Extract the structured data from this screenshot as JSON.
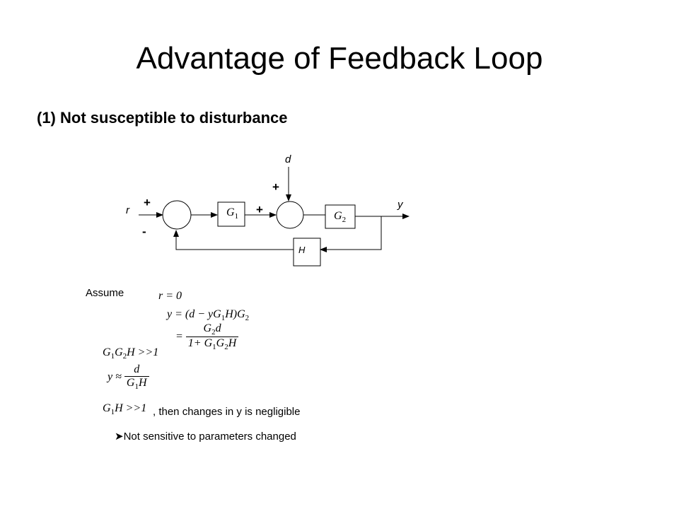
{
  "slide": {
    "title": "Advantage of Feedback Loop",
    "subtitle": "(1) Not susceptible to disturbance"
  },
  "diagram": {
    "input_label": "r",
    "output_label": "y",
    "disturbance_label": "d",
    "block_g1": "G",
    "block_g1_sub": "1",
    "block_g2": "G",
    "block_g2_sub": "2",
    "block_h": "H",
    "sign_r_plus": "+",
    "sign_feedback_minus": "-",
    "sign_g1_plus": "+",
    "sign_d_plus": "+"
  },
  "derivation": {
    "assume_label": "Assume",
    "eq_r": "r = 0",
    "eq_y_lhs": "y = (d − yG",
    "eq_y_mid": "H)G",
    "eq_frac_prefix": "=",
    "eq_frac_num": "G",
    "eq_frac_num_rest": "d",
    "eq_frac_den": "1+ G",
    "eq_frac_den_mid": "G",
    "eq_frac_den_rest": "H",
    "cond1_a": "G",
    "cond1_b": "G",
    "cond1_c": "H >>1",
    "approx_lhs": "y ≈",
    "approx_num": "d",
    "approx_den": "G",
    "approx_den_rest": "H",
    "cond2_a": "G",
    "cond2_b": "H >>1",
    "then_text": ", then changes in y is negligible",
    "bullet_text": "Not sensitive to parameters changed"
  }
}
